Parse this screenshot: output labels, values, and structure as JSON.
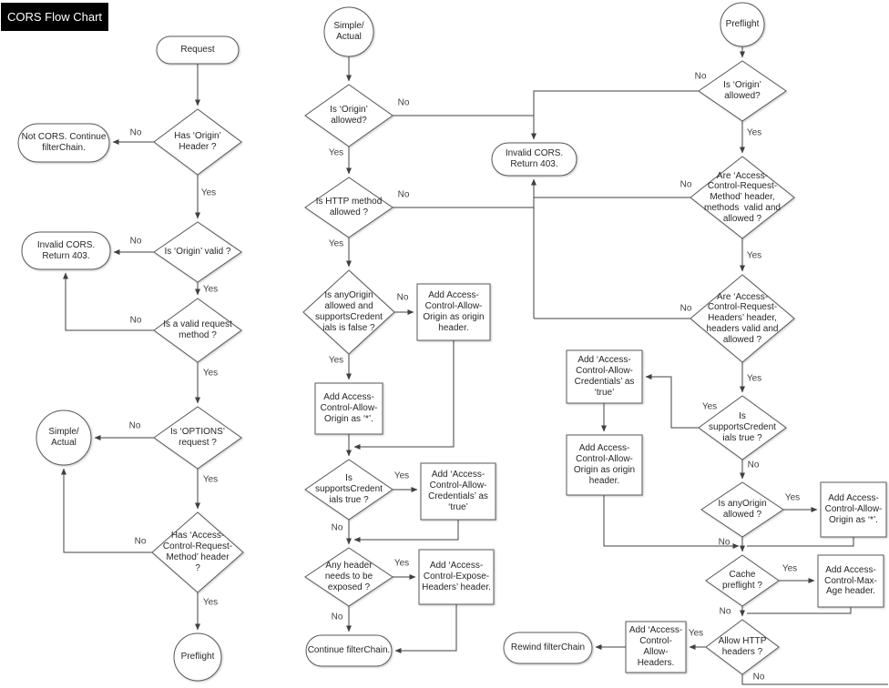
{
  "title": "CORS Flow Chart",
  "labels": {
    "yes": "Yes",
    "no": "No"
  },
  "colors": {
    "shape_stroke": "#595959",
    "edge": "#404040",
    "title_bg": "#000000",
    "title_fg": "#ffffff"
  },
  "nodes": {
    "c1_request": "Request",
    "c1_has_origin": "Has ‘Origin’\nHeader ?",
    "c1_not_cors": "Not CORS. Continue\nfilterChain.",
    "c1_origin_valid": "Is ‘Origin’ valid ?",
    "c1_invalid_cors": "Invalid CORS.\nReturn 403.",
    "c1_valid_method": "Is a valid request\nmethod ?",
    "c1_is_options": "Is ‘OPTIONS’\nrequest ?",
    "c1_simple_actual": "Simple/\nActual",
    "c1_has_acrm": "Has ‘Access-\nControl-Request-\nMethod’ header\n?",
    "c1_preflight": "Preflight",
    "c2_simple_actual": "Simple/\nActual",
    "c2_origin_allowed": "Is ‘Origin’\nallowed?",
    "invalid_cors_mid": "Invalid CORS.\nReturn 403.",
    "c2_http_method": "Is HTTP method\nallowed ?",
    "c2_any_origin": "Is anyOrigin\nallowed and\nsupportsCredent\nials is false ?",
    "c2_add_acao_origin": "Add Access-\nControl-Allow-\nOrigin as origin\nheader.",
    "c2_add_acao_star": "Add Access-\nControl-Allow-\nOrigin as ‘*’.",
    "c2_supports_cred": "Is\nsupportsCredent\nials true ?",
    "c2_add_acac": "Add ‘Access-\nControl-Allow-\nCredentials’ as\n‘true’",
    "c2_any_header": "Any header\nneeds to be\nexposed ?",
    "c2_add_aceh": "Add ‘Access-\nControl-Expose-\nHeaders’ header.",
    "c2_continue": "Continue filterChain.",
    "c3_preflight": "Preflight",
    "c3_origin_allowed": "Is ‘Origin’\nallowed?",
    "c3_acrm": "Are ‘Access-\nControl-Request-\nMethod’ header,\nmethods  valid and\nallowed ?",
    "c3_acrh": "Are ‘Access-\nControl-Request-\nHeaders’ header,\nheaders valid and\nallowed ?",
    "c3_supports_cred": "Is\nsupportsCredent\nials true ?",
    "c3_add_acac": "Add ‘Access-\nControl-Allow-\nCredentials’ as\n‘true’",
    "c3_add_acao_origin": "Add Access-\nControl-Allow-\nOrigin as origin\nheader.",
    "c3_any_origin": "Is anyOrigin\nallowed ?",
    "c3_add_acao_star": "Add Access-\nControl-Allow-\nOrigin as ‘*’.",
    "c3_cache": "Cache\npreflight ?",
    "c3_max_age": "Add Access-\nControl-Max-\nAge header.",
    "c3_allow_http": "Allow HTTP\nheaders ?",
    "c3_add_acah": "Add ‘Access-\nControl-\nAllow-\nHeaders.",
    "c3_rewind": "Rewind filterChain"
  }
}
